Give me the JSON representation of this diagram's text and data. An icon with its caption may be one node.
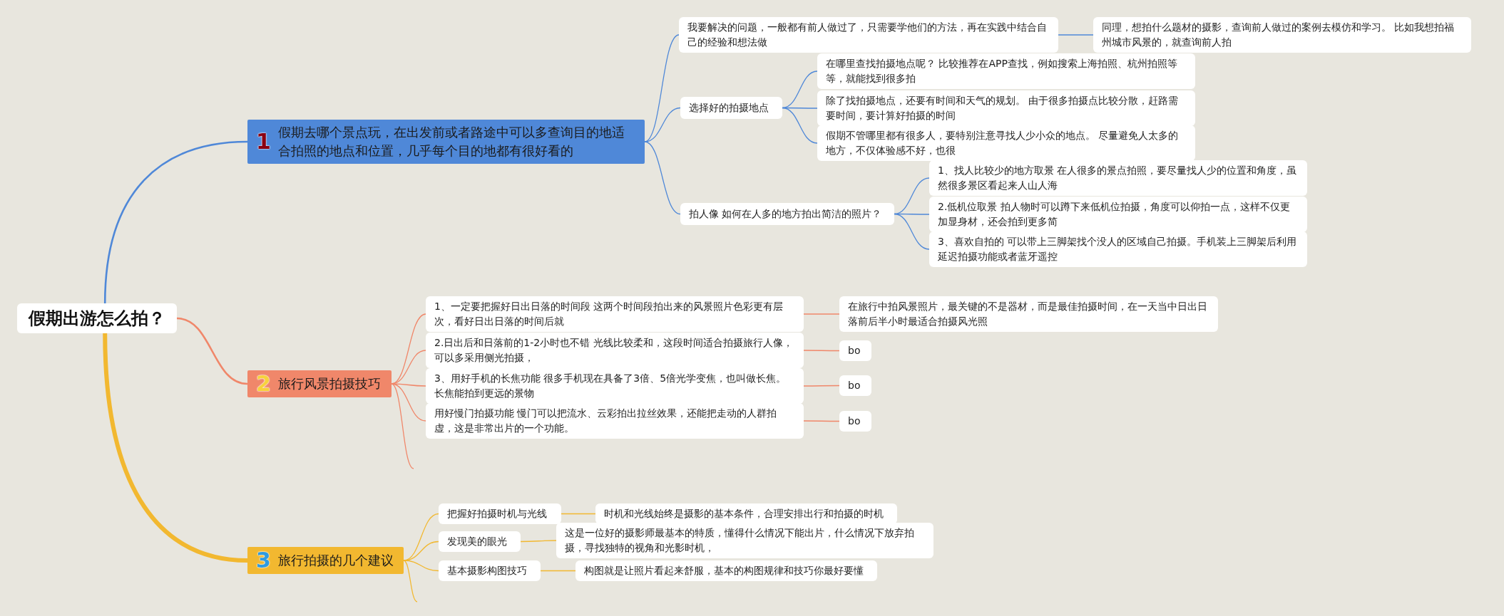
{
  "diagram": {
    "nodes": [
      {
        "text": [
          "假期出游怎么拍？"
        ]
      },
      {
        "text": [
          "1",
          "假期去哪个景点玩，在出发前或者路途中可以多查询目的地适合拍照的地点和位置，几乎每个目的地都有很好看的"
        ]
      },
      {
        "text": [
          "我要解决的问题，一般都有前人做过了，只需要学他们的方法，再在实践中结合自己的经验和想法做"
        ]
      },
      {
        "text": [
          "同理，想拍什么题材的摄影，查询前人做过的案例去模仿和学习。 比如我想拍福州城市风景的，就查询前人拍"
        ]
      },
      {
        "text": [
          "选择好的拍摄地点"
        ]
      },
      {
        "text": [
          "在哪里查找拍摄地点呢？ 比较推荐在APP查找，例如搜索上海拍照、杭州拍照等等，就能找到很多拍"
        ]
      },
      {
        "text": [
          "除了找拍摄地点，还要有时间和天气的规划。 由于很多拍摄点比较分散，赶路需要时间，要计算好拍摄的时间"
        ]
      },
      {
        "text": [
          "假期不管哪里都有很多人，要特别注意寻找人少小众的地点。 尽量避免人太多的地方，不仅体验感不好，也很"
        ]
      },
      {
        "text": [
          "拍人像 如何在人多的地方拍出简洁的照片？"
        ]
      },
      {
        "text": [
          "1、找人比较少的地方取景 在人很多的景点拍照，要尽量找人少的位置和角度，虽然很多景区看起来人山人海"
        ]
      },
      {
        "text": [
          "2.低机位取景 拍人物时可以蹲下来低机位拍摄，角度可以仰拍一点，这样不仅更加显身材，还会拍到更多简"
        ]
      },
      {
        "text": [
          "3、喜欢自拍的 可以带上三脚架找个没人的区域自己拍摄。手机装上三脚架后利用延迟拍摄功能或者蓝牙遥控"
        ]
      },
      {
        "text": [
          "2",
          "旅行风景拍摄技巧"
        ]
      },
      {
        "text": [
          "1、一定要把握好日出日落的时间段 这两个时间段拍出来的风景照片色彩更有层次，看好日出日落的时间后就"
        ]
      },
      {
        "text": [
          "在旅行中拍风景照片，最关键的不是器材，而是最佳拍摄时间，在一天当中日出日落前后半小时最适合拍摄风光照"
        ]
      },
      {
        "text": [
          "2.日出后和日落前的1-2小时也不错 光线比较柔和，这段时间适合拍摄旅行人像，可以多采用侧光拍摄，"
        ]
      },
      {
        "text": [
          "bo"
        ]
      },
      {
        "text": [
          "3、用好手机的长焦功能 很多手机现在具备了3倍、5倍光学变焦，也叫做长焦。长焦能拍到更远的景物"
        ]
      },
      {
        "text": [
          "bo"
        ]
      },
      {
        "text": [
          "用好慢门拍摄功能 慢门可以把流水、云彩拍出拉丝效果，还能把走动的人群拍虚，这是非常出片的一个功能。"
        ]
      },
      {
        "text": [
          "bo"
        ]
      },
      {
        "text": [
          "3",
          "旅行拍摄的几个建议"
        ]
      },
      {
        "text": [
          "把握好拍摄时机与光线"
        ]
      },
      {
        "text": [
          "时机和光线始终是摄影的基本条件，合理安排出行和拍摄的时机"
        ]
      },
      {
        "text": [
          "发现美的眼光"
        ]
      },
      {
        "text": [
          "这是一位好的摄影师最基本的特质，懂得什么情况下能出片，什么情况下放弃拍摄，寻找独特的视角和光影时机，"
        ]
      },
      {
        "text": [
          "基本摄影构图技巧"
        ]
      },
      {
        "text": [
          "构图就是让照片看起来舒服，基本的构图规律和技巧你最好要懂"
        ]
      }
    ],
    "edges": [
      {
        "from": 0,
        "to": 1,
        "arrow": "none",
        "color": "#4f88d8"
      },
      {
        "from": 0,
        "to": 12,
        "arrow": "none",
        "color": "#f0876a"
      },
      {
        "from": 0,
        "to": 21,
        "arrow": "none",
        "style": "thick",
        "color": "#f2b830"
      },
      {
        "from": 1,
        "to": 2,
        "arrow": "none",
        "color": "#4f88d8"
      },
      {
        "from": 1,
        "to": 4,
        "arrow": "none",
        "color": "#4f88d8"
      },
      {
        "from": 1,
        "to": 8,
        "arrow": "none",
        "color": "#4f88d8"
      },
      {
        "from": 2,
        "to": 3,
        "arrow": "none",
        "color": "#4f88d8"
      },
      {
        "from": 4,
        "to": 5,
        "arrow": "none",
        "color": "#4f88d8"
      },
      {
        "from": 4,
        "to": 6,
        "arrow": "none",
        "color": "#4f88d8"
      },
      {
        "from": 4,
        "to": 7,
        "arrow": "none",
        "color": "#4f88d8"
      },
      {
        "from": 8,
        "to": 9,
        "arrow": "none",
        "color": "#4f88d8"
      },
      {
        "from": 8,
        "to": 10,
        "arrow": "none",
        "color": "#4f88d8"
      },
      {
        "from": 8,
        "to": 11,
        "arrow": "none",
        "color": "#4f88d8"
      },
      {
        "from": 12,
        "to": 13,
        "arrow": "none",
        "color": "#f0876a"
      },
      {
        "from": 12,
        "to": 15,
        "arrow": "none",
        "color": "#f0876a"
      },
      {
        "from": 12,
        "to": 17,
        "arrow": "none",
        "color": "#f0876a"
      },
      {
        "from": 12,
        "to": 19,
        "arrow": "none",
        "color": "#f0876a"
      },
      {
        "from": 12,
        "to": null,
        "arrow": "none",
        "color": "#f0876a"
      },
      {
        "from": 13,
        "to": 14,
        "arrow": "none",
        "color": "#f0876a"
      },
      {
        "from": 15,
        "to": 16,
        "arrow": "none",
        "color": "#f0876a"
      },
      {
        "from": 17,
        "to": 18,
        "arrow": "none",
        "color": "#f0876a"
      },
      {
        "from": 19,
        "to": 20,
        "arrow": "none",
        "color": "#f0876a"
      },
      {
        "from": 21,
        "to": 22,
        "arrow": "none",
        "color": "#f2b830"
      },
      {
        "from": 21,
        "to": 24,
        "arrow": "none",
        "color": "#f2b830"
      },
      {
        "from": 21,
        "to": 26,
        "arrow": "none",
        "color": "#f2b830"
      },
      {
        "from": 21,
        "to": null,
        "arrow": "none",
        "color": "#f2b830"
      },
      {
        "from": 22,
        "to": 23,
        "arrow": "none",
        "color": "#f2b830"
      },
      {
        "from": 24,
        "to": 25,
        "arrow": "none",
        "color": "#f2b830"
      },
      {
        "from": 26,
        "to": 27,
        "arrow": "none",
        "color": "#f2b830"
      }
    ]
  }
}
